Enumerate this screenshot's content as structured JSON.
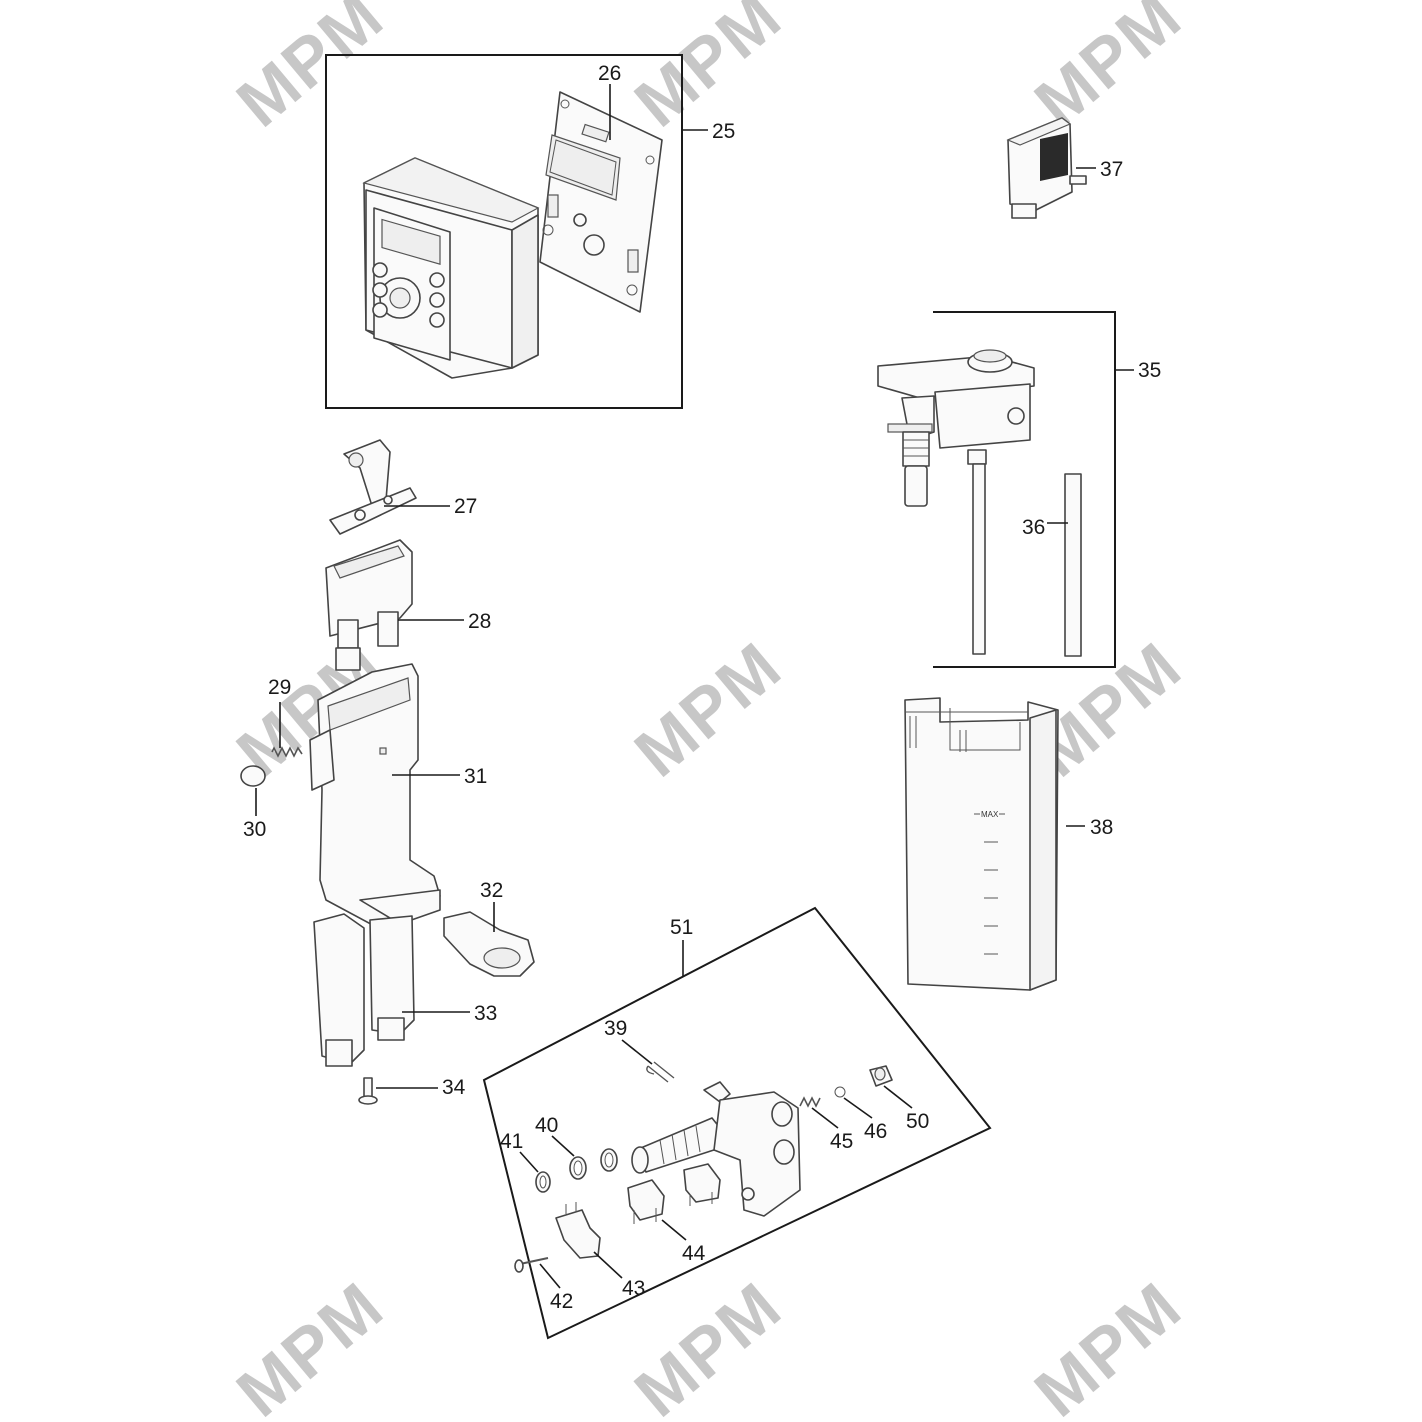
{
  "watermark": "MPM",
  "callouts": {
    "p25": "25",
    "p26": "26",
    "p27": "27",
    "p28": "28",
    "p29": "29",
    "p30": "30",
    "p31": "31",
    "p32": "32",
    "p33": "33",
    "p34": "34",
    "p35": "35",
    "p36": "36",
    "p37": "37",
    "p38": "38",
    "p39": "39",
    "p40": "40",
    "p41": "41",
    "p42": "42",
    "p43": "43",
    "p44": "44",
    "p45": "45",
    "p46": "46",
    "p50": "50",
    "p51": "51"
  },
  "tank_max_label": "MAX"
}
